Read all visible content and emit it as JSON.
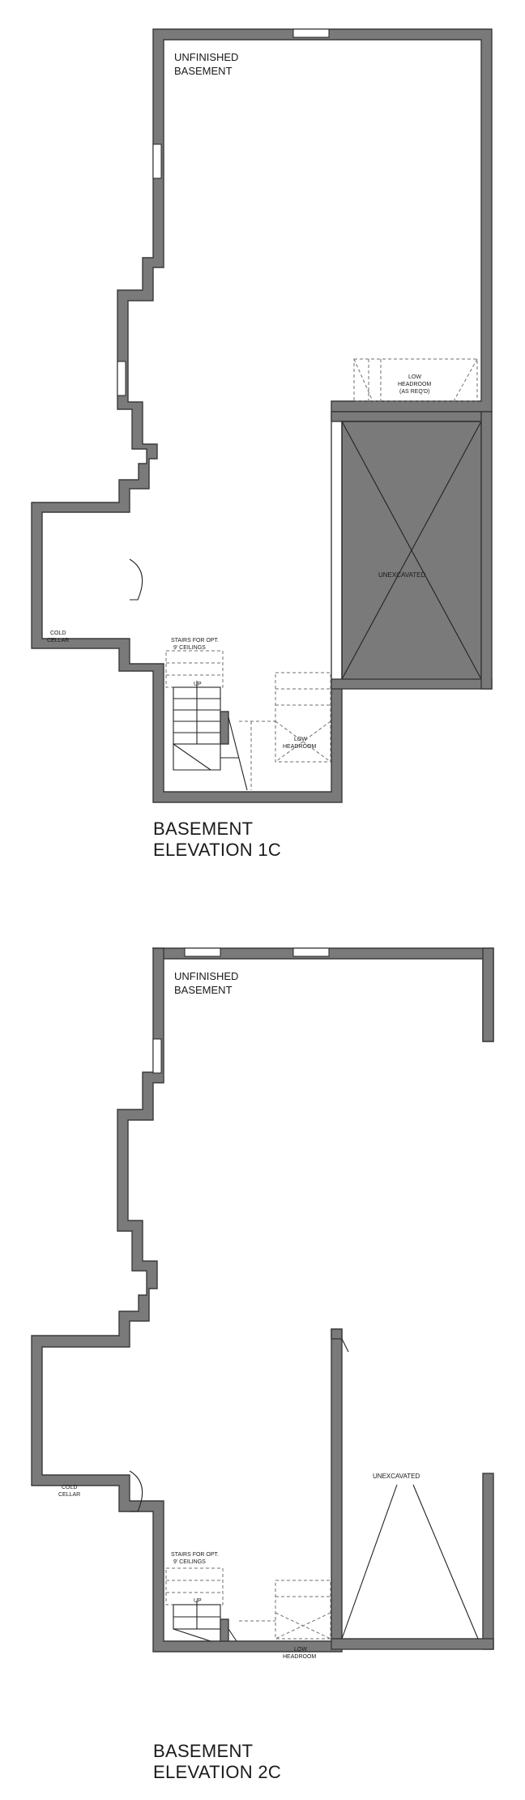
{
  "plans": [
    {
      "room_label_1": "UNFINISHED",
      "room_label_2": "BASEMENT",
      "cold_cellar_1": "COLD",
      "cold_cellar_2": "CELLAR",
      "stairs_note_1": "STAIRS FOR OPT.",
      "stairs_note_2": "9' CEILINGS",
      "up_label": "UP",
      "low_headroom_1": "LOW",
      "low_headroom_2": "HEADROOM",
      "low_headroom_req_1": "LOW",
      "low_headroom_req_2": "HEADROOM",
      "low_headroom_req_3": "(AS REQ'D)",
      "unexcavated": "UNEXCAVATED",
      "caption_1": "BASEMENT",
      "caption_2": "ELEVATION 1C"
    },
    {
      "room_label_1": "UNFINISHED",
      "room_label_2": "BASEMENT",
      "cold_cellar_1": "COLD",
      "cold_cellar_2": "CELLAR",
      "stairs_note_1": "STAIRS FOR OPT.",
      "stairs_note_2": "9' CEILINGS",
      "up_label": "UP",
      "low_headroom_1": "LOW",
      "low_headroom_2": "HEADROOM",
      "unexcavated": "UNEXCAVATED",
      "caption_1": "BASEMENT",
      "caption_2": "ELEVATION 2C"
    }
  ]
}
